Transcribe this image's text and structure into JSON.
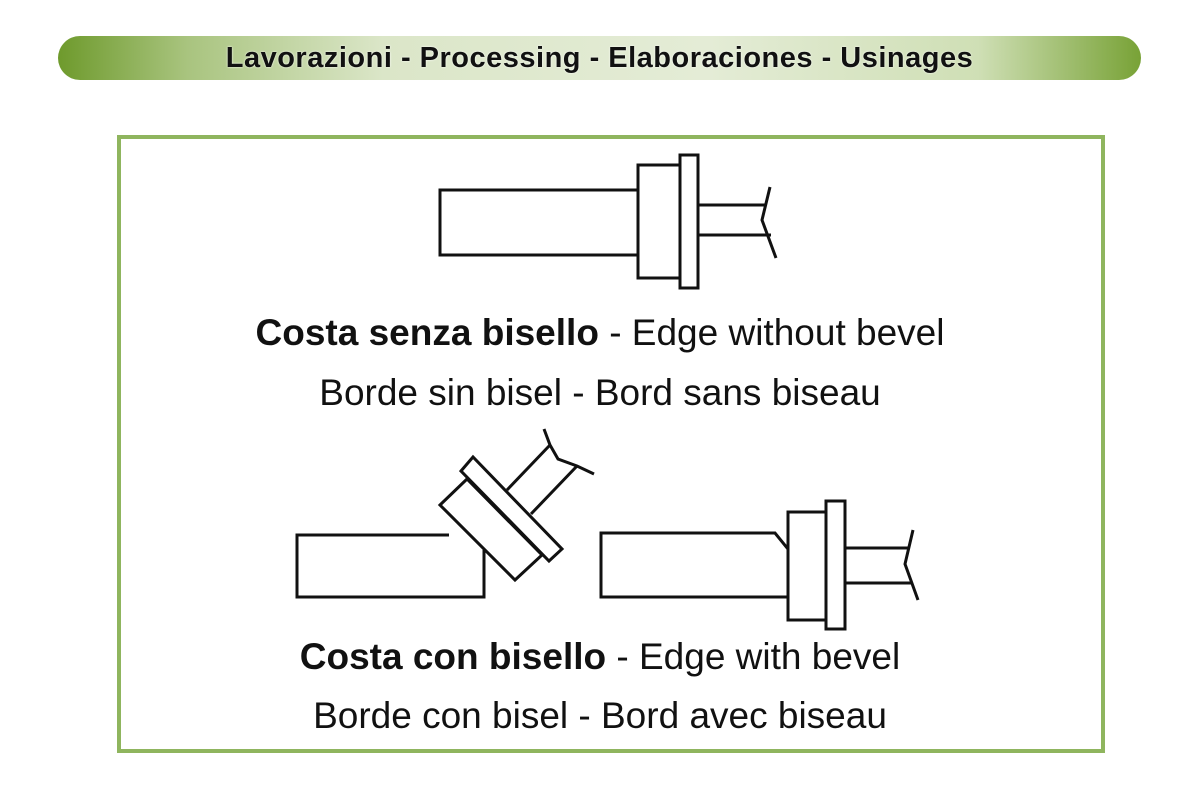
{
  "header": {
    "title": "Lavorazioni - Processing - Elaboraciones - Usinages"
  },
  "section1": {
    "bold": "Costa senza bisello",
    "rest": " - Edge without bevel",
    "line2": "Borde sin bisel - Bord sans biseau"
  },
  "section2": {
    "bold": "Costa con bisello",
    "rest": " - Edge with bevel",
    "line2": "Borde con bisel - Bord avec biseau"
  },
  "colors": {
    "frame": "#8fb55e",
    "banner": "#6e9a2c"
  }
}
